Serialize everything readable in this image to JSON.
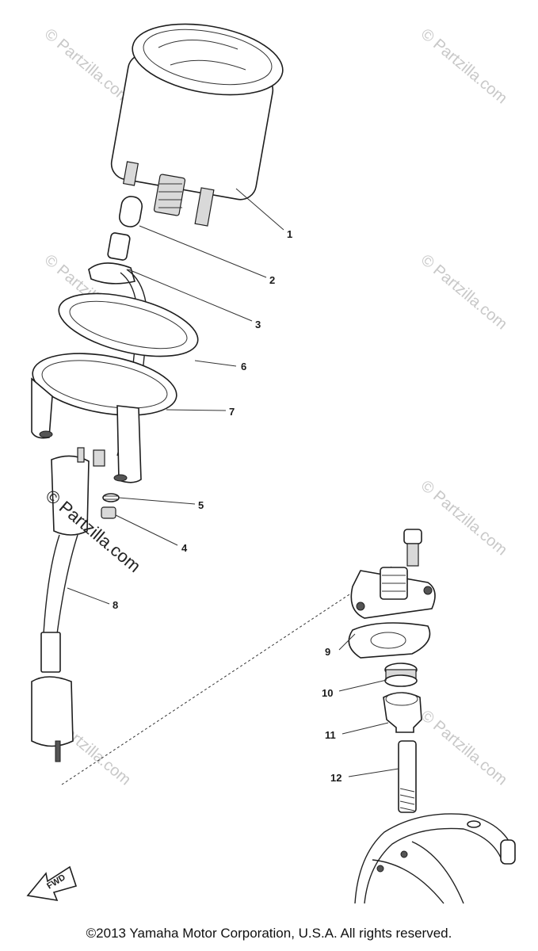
{
  "watermarks": {
    "light": "© Partzilla.com",
    "dark": "© Partzilla.com"
  },
  "callouts": {
    "c1": "1",
    "c2": "2",
    "c3": "3",
    "c4": "4",
    "c5": "5",
    "c6": "6",
    "c7": "7",
    "c8": "8",
    "c9": "9",
    "c10": "10",
    "c11": "11",
    "c12": "12"
  },
  "fwd_label": "FWD",
  "copyright": "©2013 Yamaha Motor Corporation, U.S.A. All rights reserved."
}
